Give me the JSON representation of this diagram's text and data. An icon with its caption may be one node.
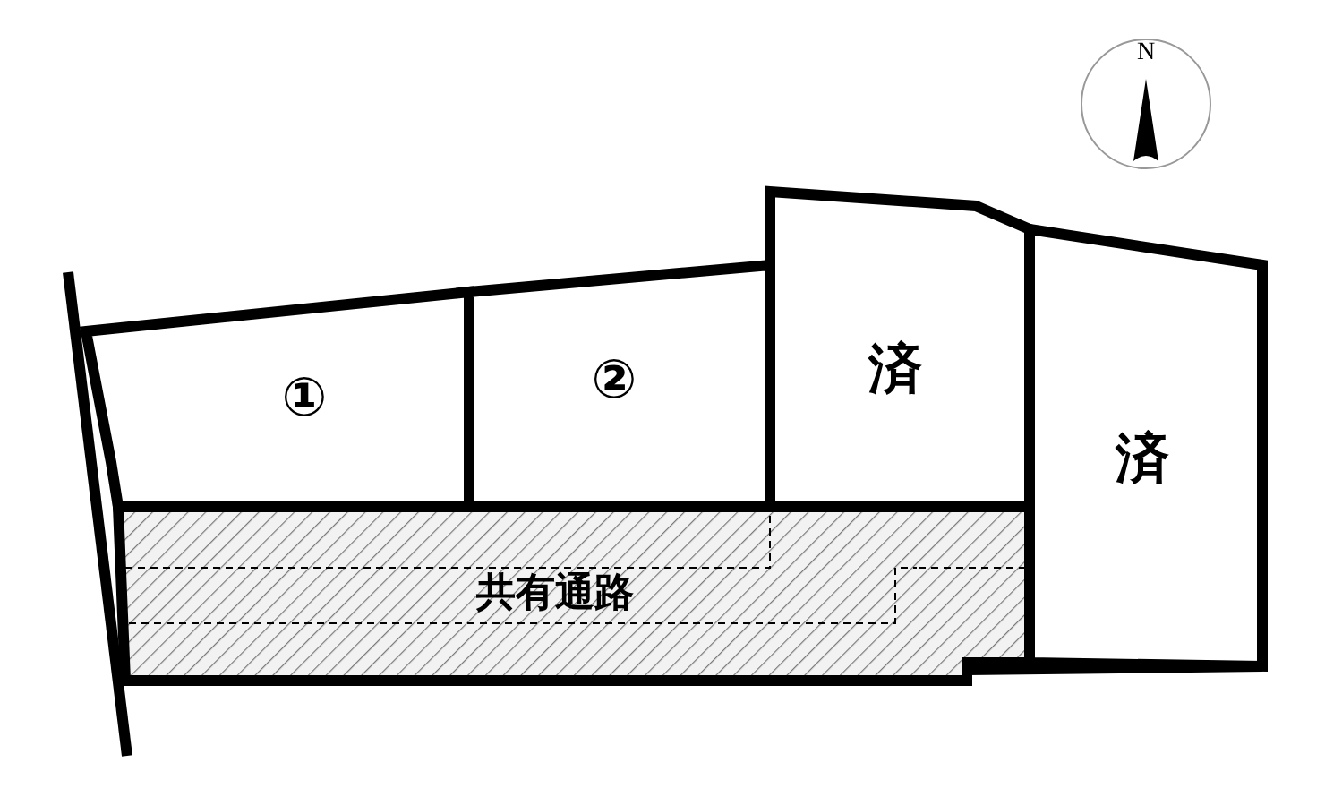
{
  "diagram": {
    "nodes": [
      {
        "text": [
          "①"
        ]
      },
      {
        "text": [
          "②"
        ]
      },
      {
        "text": [
          "済"
        ]
      },
      {
        "text": [
          "済"
        ]
      },
      {
        "text": [
          "共有通路"
        ]
      }
    ],
    "labels": [
      "N"
    ]
  }
}
